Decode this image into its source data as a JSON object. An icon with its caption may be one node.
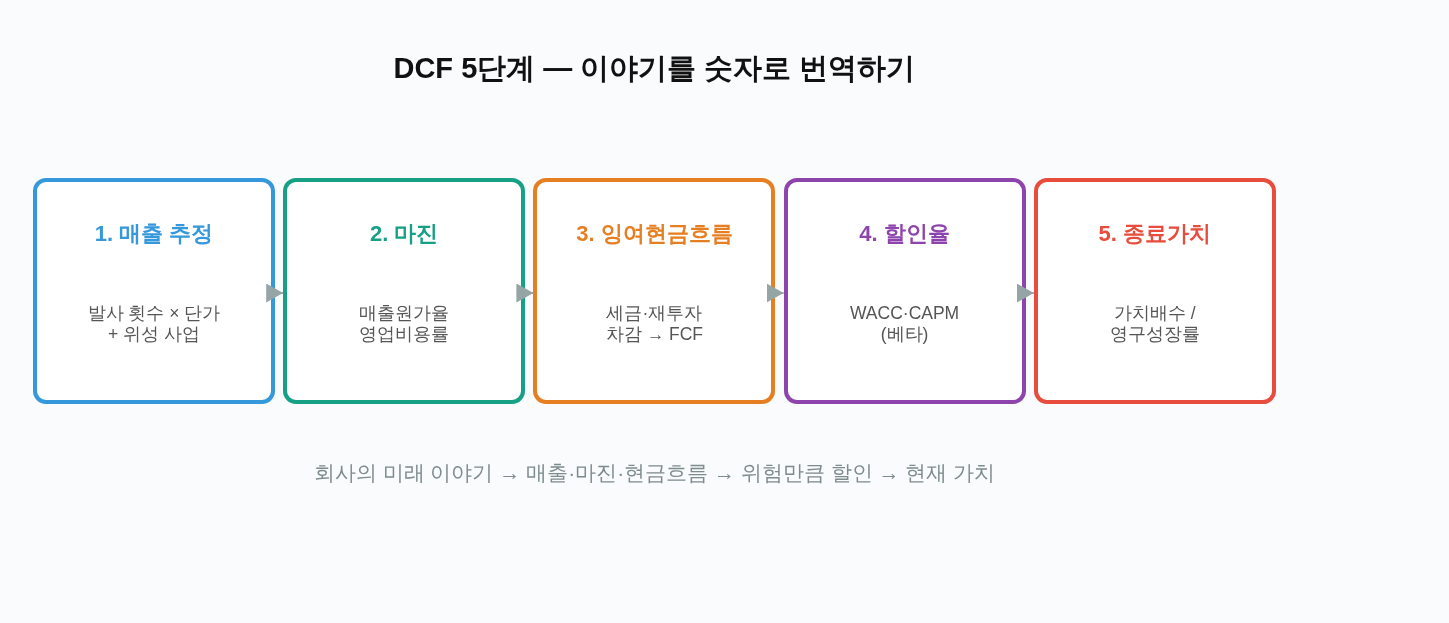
{
  "diagram": {
    "title": "DCF 5단계 — 이야기를 숫자로 번역하기",
    "nodes": [
      {
        "text": [
          "1. 매출 추정",
          "발사 횟수 × 단가 + 위성 사업"
        ]
      },
      {
        "text": [
          "2. 마진",
          "매출원가율 영업비용률"
        ]
      },
      {
        "text": [
          "3. 잉여현금흐름",
          "세금·재투자 차감 → FCF"
        ]
      },
      {
        "text": [
          "4. 할인율",
          "WACC·CAPM (베타)"
        ]
      },
      {
        "text": [
          "5. 종료가치",
          "가치배수 / 영구성장률"
        ]
      }
    ],
    "edges": [
      {
        "from": 0,
        "to": 1,
        "arrow": "to"
      },
      {
        "from": 1,
        "to": 2,
        "arrow": "to"
      },
      {
        "from": 2,
        "to": 3,
        "arrow": "to"
      },
      {
        "from": 3,
        "to": 4,
        "arrow": "to"
      }
    ],
    "caption": "회사의 미래 이야기 → 매출·마진·현금흐름 → 위험만큼 할인 → 현재 가치"
  }
}
